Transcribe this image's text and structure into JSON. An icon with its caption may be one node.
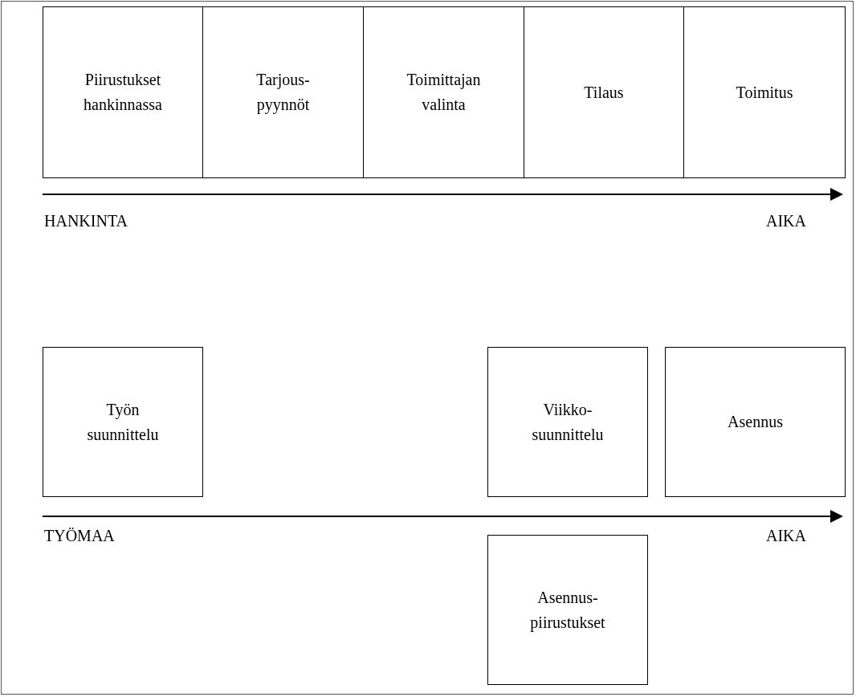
{
  "diagram": {
    "nodes": [
      {
        "text": [
          "Piirustukset hankinnassa"
        ]
      },
      {
        "text": [
          "Tarjous- pyynnöt"
        ]
      },
      {
        "text": [
          "Toimittajan valinta"
        ]
      },
      {
        "text": [
          "Tilaus"
        ]
      },
      {
        "text": [
          "Toimitus"
        ]
      },
      {
        "text": [
          "Työn suunnittelu"
        ]
      },
      {
        "text": [
          "Viikko- suunnittelu"
        ]
      },
      {
        "text": [
          "Asennus"
        ]
      },
      {
        "text": [
          "Asennus- piirustukset"
        ]
      }
    ],
    "labels": [
      "HANKINTA",
      "AIKA",
      "TYÖMAA",
      "AIKA"
    ]
  }
}
